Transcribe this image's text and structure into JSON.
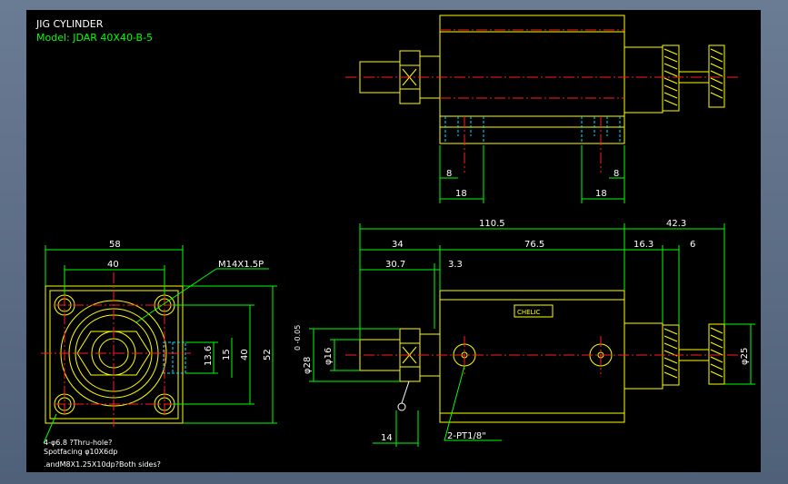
{
  "title": "JIG CYLINDER",
  "model": "Model: JDAR 40X40-B-5",
  "colors": {
    "background": "#000000",
    "outline": "#ffff00",
    "dimension": "#00ff00",
    "centerline": "#ff2020",
    "hidden": "#00e0ff",
    "text": "#ffffff"
  },
  "top_view": {
    "dims": {
      "left_small": "8",
      "right_small": "8",
      "left_wide": "18",
      "right_wide": "18"
    }
  },
  "front_view": {
    "dims": {
      "width": "58",
      "inner_width": "40",
      "thread": "M14X1.5P",
      "d1": "13.6",
      "d2": "15",
      "d3": "40",
      "height": "52"
    },
    "notes": {
      "n1": "4-φ6.8 ?Thru-hole?",
      "n2": "Spotfacing φ10X6dp",
      "n3": ".andM8X1.25X10dp?Both sides?"
    }
  },
  "side_view": {
    "dims": {
      "total": "110.5",
      "knob_total": "42.3",
      "left": "34",
      "body": "76.5",
      "knob_a": "16.3",
      "knob_b": "6",
      "rod": "30.7",
      "rod_gap": "3.3",
      "rod_dia_tol": "0\n-0.05",
      "rod_dia": "φ28",
      "rod_small": "φ16",
      "knob_dia": "φ25",
      "rod_len": "14",
      "port": "2-PT1/8\""
    },
    "label_text": "CHELIC"
  }
}
